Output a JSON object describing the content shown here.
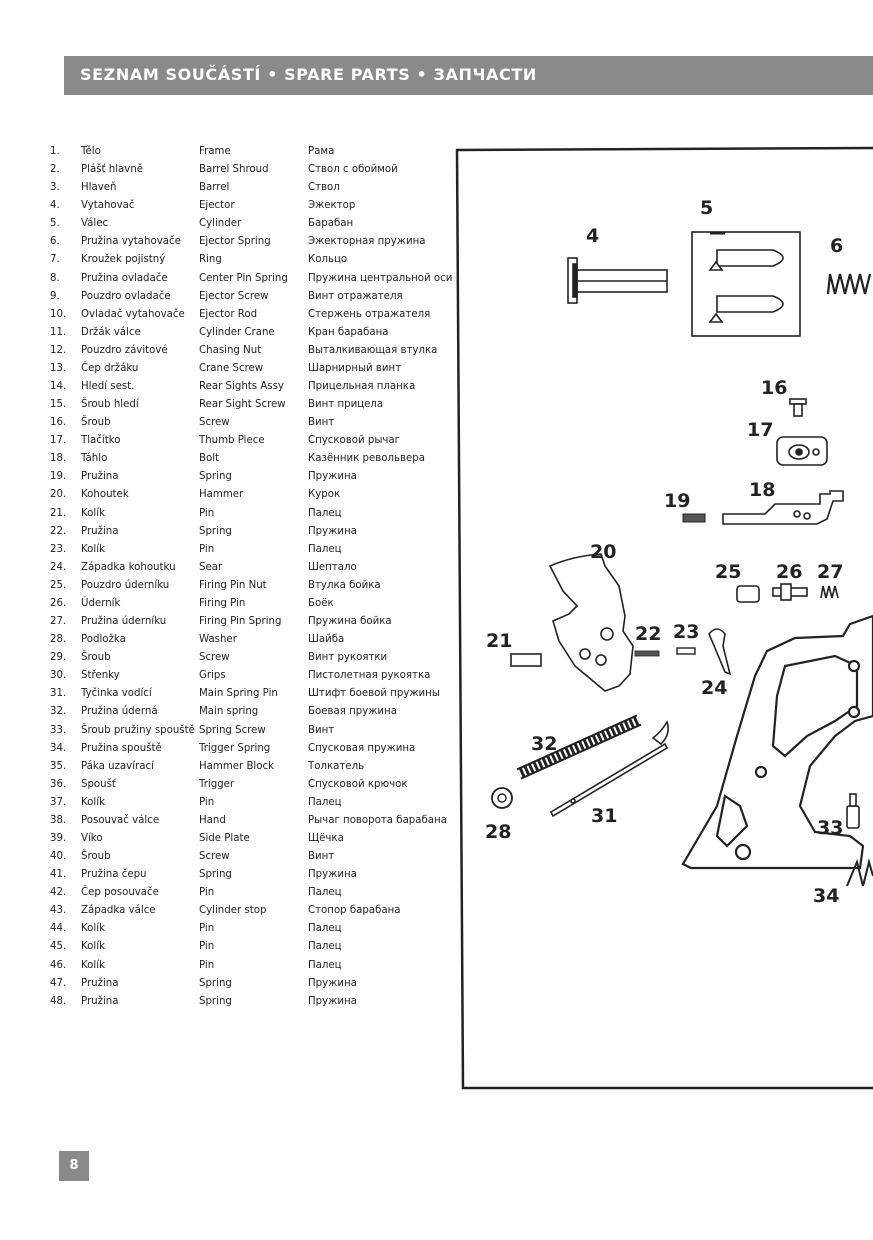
{
  "header": {
    "title": "SEZNAM SOUČÁSTÍ • SPARE PARTS • ЗАПЧАСТИ"
  },
  "parts": [
    {
      "num": "1.",
      "cz": "Tělo",
      "en": "Frame",
      "ru": "Рама"
    },
    {
      "num": "2.",
      "cz": "Plášť hlavně",
      "en": "Barrel Shroud",
      "ru": "Ствол с обоймой"
    },
    {
      "num": "3.",
      "cz": "Hlaveň",
      "en": "Barrel",
      "ru": "Ствол"
    },
    {
      "num": "4.",
      "cz": "Vytahovač",
      "en": "Ejector",
      "ru": "Эжектор"
    },
    {
      "num": "5.",
      "cz": "Válec",
      "en": "Cylinder",
      "ru": "Барабан"
    },
    {
      "num": "6.",
      "cz": "Pružina vytahovače",
      "en": "Ejector Spring",
      "ru": "Эжекторная пружина"
    },
    {
      "num": "7.",
      "cz": "Kroužek pojistný",
      "en": "Ring",
      "ru": "Кольцо"
    },
    {
      "num": "8.",
      "cz": "Pružina ovladače",
      "en": "Center Pin Spring",
      "ru": "Пружина центральной оси"
    },
    {
      "num": "9.",
      "cz": "Pouzdro ovladače",
      "en": "Ejector Screw",
      "ru": "Винт отражателя"
    },
    {
      "num": "10.",
      "cz": "Ovladač vytahovače",
      "en": "Ejector Rod",
      "ru": "Стержень отражателя"
    },
    {
      "num": "11.",
      "cz": "Držák válce",
      "en": "Cylinder Crane",
      "ru": "Кран барабана"
    },
    {
      "num": "12.",
      "cz": "Pouzdro závitové",
      "en": "Chasing Nut",
      "ru": "Выталкивающая втулка"
    },
    {
      "num": "13.",
      "cz": "Čep držáku",
      "en": "Crane Screw",
      "ru": "Шарнирный винт"
    },
    {
      "num": "14.",
      "cz": "Hledí sest.",
      "en": "Rear Sights Assy",
      "ru": "Прицельная планка"
    },
    {
      "num": "15.",
      "cz": "Šroub hledí",
      "en": "Rear Sight Screw",
      "ru": "Винт прицела"
    },
    {
      "num": "16.",
      "cz": "Šroub",
      "en": "Screw",
      "ru": "Винт"
    },
    {
      "num": "17.",
      "cz": "Tlačítko",
      "en": "Thumb Piece",
      "ru": "Спусковой рычаг"
    },
    {
      "num": "18.",
      "cz": "Táhlo",
      "en": "Bolt",
      "ru": "Казённик револьвера"
    },
    {
      "num": "19.",
      "cz": "Pružina",
      "en": "Spring",
      "ru": "Пружина"
    },
    {
      "num": "20.",
      "cz": "Kohoutek",
      "en": "Hammer",
      "ru": "Курок"
    },
    {
      "num": "21.",
      "cz": "Kolík",
      "en": "Pin",
      "ru": "Палец"
    },
    {
      "num": "22.",
      "cz": "Pružina",
      "en": "Spring",
      "ru": "Пружина"
    },
    {
      "num": "23.",
      "cz": "Kolík",
      "en": "Pin",
      "ru": "Палец"
    },
    {
      "num": "24.",
      "cz": "Západka kohoutku",
      "en": "Sear",
      "ru": "Шептало"
    },
    {
      "num": "25.",
      "cz": "Pouzdro úderníku",
      "en": "Firing Pin Nut",
      "ru": "Втулка бойка"
    },
    {
      "num": "26.",
      "cz": "Úderník",
      "en": "Firing Pin",
      "ru": "Боёк"
    },
    {
      "num": "27.",
      "cz": "Pružina úderníku",
      "en": "Firing Pin Spring",
      "ru": "Пружина бойка"
    },
    {
      "num": "28.",
      "cz": "Podložka",
      "en": "Washer",
      "ru": "Шайба"
    },
    {
      "num": "29.",
      "cz": "Šroub",
      "en": "Screw",
      "ru": "Винт рукоятки"
    },
    {
      "num": "30.",
      "cz": "Střenky",
      "en": "Grips",
      "ru": "Пистолетная рукоятка"
    },
    {
      "num": "31.",
      "cz": "Tyčinka vodící",
      "en": "Main Spring Pin",
      "ru": "Штифт боевой пружины"
    },
    {
      "num": "32.",
      "cz": "Pružina úderná",
      "en": "Main spring",
      "ru": "Боевая пружина"
    },
    {
      "num": "33.",
      "cz": "Šroub pružiny spouště",
      "en": "Spring Screw",
      "ru": "Винт"
    },
    {
      "num": "34.",
      "cz": "Pružina spouště",
      "en": "Trigger Spring",
      "ru": "Спусковая пружина"
    },
    {
      "num": "35.",
      "cz": "Páka uzavírací",
      "en": "Hammer Block",
      "ru": "Толкатель"
    },
    {
      "num": "36.",
      "cz": "Spoušť",
      "en": "Trigger",
      "ru": "Спусковой крючок"
    },
    {
      "num": "37.",
      "cz": "Kolík",
      "en": "Pin",
      "ru": "Палец"
    },
    {
      "num": "38.",
      "cz": "Posouvač válce",
      "en": "Hand",
      "ru": "Рычаг поворота барабана"
    },
    {
      "num": "39.",
      "cz": "Víko",
      "en": "Side Plate",
      "ru": "Щёчка"
    },
    {
      "num": "40.",
      "cz": "Šroub",
      "en": "Screw",
      "ru": "Винт"
    },
    {
      "num": "41.",
      "cz": "Pružina čepu",
      "en": "Spring",
      "ru": "Пружина"
    },
    {
      "num": "42.",
      "cz": "Čep posouvače",
      "en": "Pin",
      "ru": "Палец"
    },
    {
      "num": "43.",
      "cz": "Západka válce",
      "en": "Cylinder stop",
      "ru": "Стопор барабана"
    },
    {
      "num": "44.",
      "cz": "Kolík",
      "en": "Pin",
      "ru": "Палец"
    },
    {
      "num": "45.",
      "cz": "Kolík",
      "en": "Pin",
      "ru": "Палец"
    },
    {
      "num": "46.",
      "cz": "Kolík",
      "en": "Pin",
      "ru": "Палец"
    },
    {
      "num": "47.",
      "cz": "Pružina",
      "en": "Spring",
      "ru": "Пружина"
    },
    {
      "num": "48.",
      "cz": "Pružina",
      "en": "Spring",
      "ru": "Пружина"
    }
  ],
  "diagram": {
    "labels": [
      "4",
      "5",
      "6",
      "16",
      "17",
      "19",
      "18",
      "20",
      "25",
      "26",
      "27",
      "21",
      "22",
      "23",
      "24",
      "32",
      "28",
      "31",
      "33",
      "34"
    ]
  },
  "footer": {
    "page_number": "8"
  }
}
